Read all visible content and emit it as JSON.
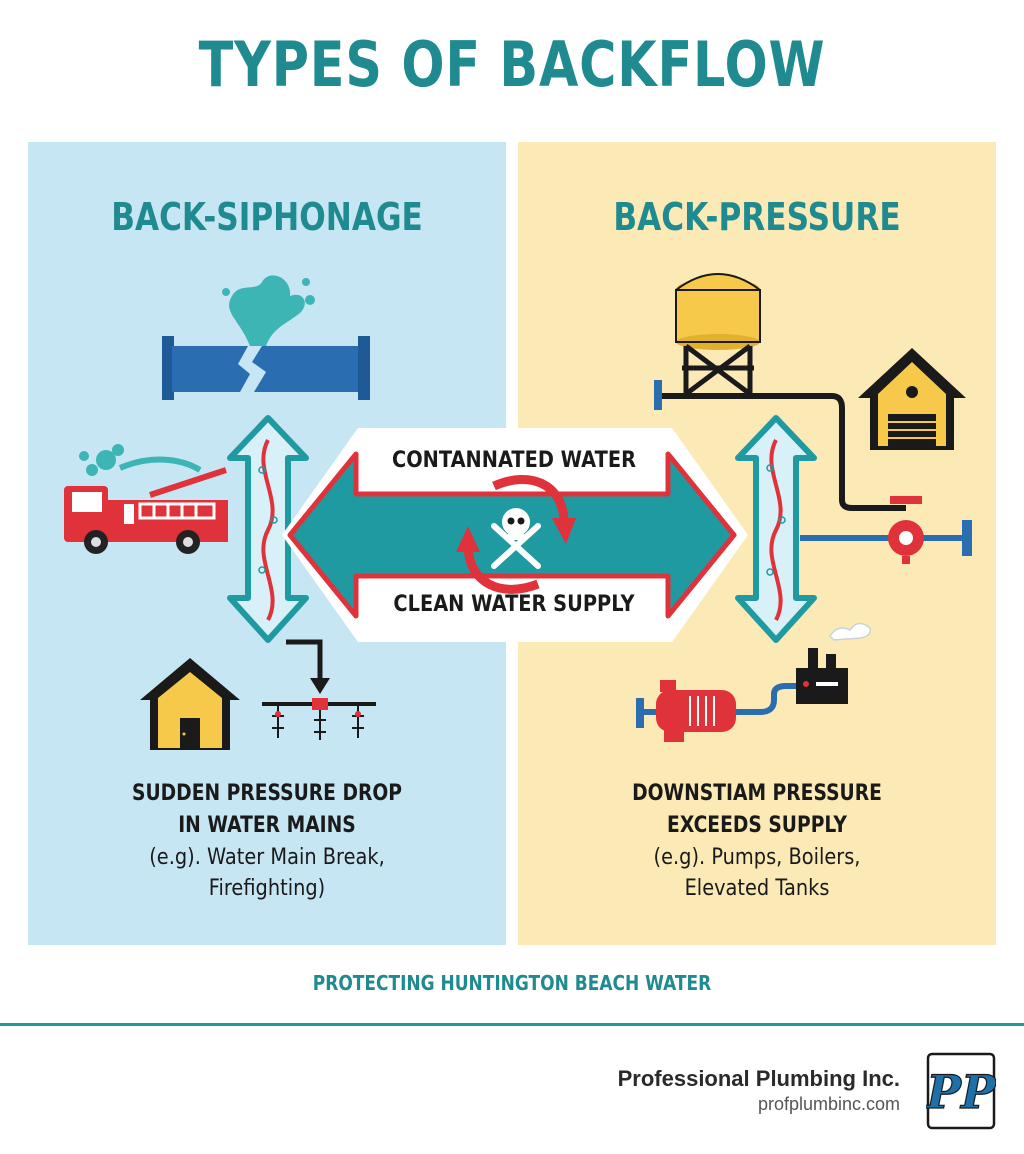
{
  "title": "TYPES OF BACKFLOW",
  "colors": {
    "teal": "#1f8a8f",
    "left_panel": "#c7e6f3",
    "right_panel": "#fbe9b6",
    "red": "#e0323a",
    "pipe_blue": "#2a6db0",
    "house_yellow": "#f6c94a",
    "dark": "#1a1a1a"
  },
  "left_panel": {
    "heading": "BACK-SIPHONAGE",
    "description_line1": "SUDDEN PRESSURE DROP",
    "description_line2": "IN WATER MAINS",
    "example_line1": "(e.g). Water Main Break,",
    "example_line2": "Firefighting)",
    "icons": [
      "broken-pipe-icon",
      "fire-truck-icon",
      "double-arrow-icon",
      "house-icon",
      "sprinkler-icon"
    ]
  },
  "right_panel": {
    "heading": "BACK-PRESSURE",
    "description_line1": "DOWNSTIAM PRESSURE",
    "description_line2": "EXCEEDS SUPPLY",
    "example_line1": "(e.g). Pumps, Boilers,",
    "example_line2": "Elevated Tanks",
    "icons": [
      "water-tower-icon",
      "house-icon",
      "valve-icon",
      "double-arrow-icon",
      "pump-icon",
      "factory-icon"
    ]
  },
  "center": {
    "top_label": "CONTANNATED WATER",
    "bottom_label": "CLEAN WATER SUPPLY",
    "icons": [
      "skull-crossbones-icon",
      "cycle-arrows-icon"
    ]
  },
  "footer": {
    "tagline": "PROTECTING HUNTINGTON BEACH WATER",
    "company_name": "Professional Plumbing Inc.",
    "company_url": "profplumbinc.com",
    "logo_letters": "PP"
  }
}
